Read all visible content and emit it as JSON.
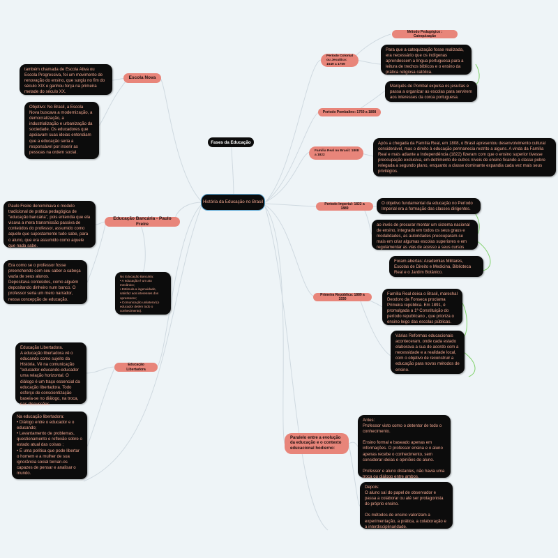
{
  "root": {
    "label": "História da Educação no Brasil"
  },
  "hub": {
    "label": "Fases da Educação"
  },
  "colors": {
    "pill": "#e8857a",
    "dark": "#0c0c0c",
    "text": "#f0a58e",
    "link": "#cfd9e0",
    "green": "#7fd16a"
  },
  "left": {
    "escola_nova": {
      "label": "Escola Nova",
      "note1": "também chamada de Escola Ativa ou Escola Progressiva, foi um movimento de renovação do ensino, que surgiu no fim do século XIX e ganhou força na primeira metade do século XX.",
      "note2": "Objetivo: No Brasil, a Escola Nova buscava a modernização, a democratização, a industrialização e urbanização da sociedade. Os educadores que apoiavam suas ideias entendiam que a educação seria a responsável por inserir as pessoas na ordem social."
    },
    "bancaria": {
      "label": "Educação Bancária - Paulo Freire",
      "note1": "Paulo Freire denominava o modelo tradicional de prática pedagógica de \"educação bancária\", pois entendia que ela visava a mera transmissão passiva de conteúdos do professor, assumido como aquele que supostamente tudo sabe, para o aluno, que era assumido como aquele que nada sabe.",
      "note2": "Era como se o professor fosse preenchendo com seu saber a cabeça vazia de seus alunos.\nDepositava conteúdos, como alguém depositando dinheiro num banco. O professor seria um mero narrador, nessa concepção de educação.",
      "note3": "No Educação Bancária:\n•      A educação é um ato mecânico;\n•      Estimula a ingenuidade, satisfaz aos interesses dos opressores;\n•      Comunicação unilateral (o educador detém todo o conhecimento)."
    },
    "libertadora": {
      "label": "Educação Libertadora",
      "note1": "Educação Libertadora.\nA educação libertadora vê o educando como sujeito da História. Vê na comunicação \"educador-educando-educador uma relação horizontal. O diálogo é um traço essencial da educação libertadora. Todo esforço de conscientização baseia-se no diálogo, na troca, nas discussões.",
      "note2": "Na educação libertadora:\n•      Diálogo entre o educador e o educando;\n•      Levantamento de problemas, questionamento e reflexão sobre o estado atual das coisas ;\n•      É uma política que pode libertar o homem e a mulher de sua ignorância social tornan-os capazes de pensar e analisar o mundo."
    }
  },
  "right": {
    "metodo": {
      "label": "Método Pedagógico : Catequização"
    },
    "colonial": {
      "label": "Período Colonial ou Jesuítico: 1549 a 1759",
      "note": "Para que a catequização fosse realizada, era necessário que os indígenas aprendessem a língua portuguesa para a leitura de trechos bíblicos e o ensino da prática religiosa católica."
    },
    "pombalino": {
      "label": "Período Pombalino: 1760 a 1808",
      "note": "Marquês de Pombal expulsa os jesuítas e passa a organizar as escolas para servirem aos interesses da coroa portuguesa."
    },
    "familia": {
      "label": "Família Real no Brasil: 1808 a 1822",
      "note": "Após a chegada da Família Real, em 1808, o Brasil apresentou desenvolvimento cultural considerável, mas o direito à educação permanecia restrito a alguns. A vinda da Família Real e mais adiante a Independência (1822) fizeram com que o ensino superior tivesse preocupação exclusiva, em detrimento de outros níveis de ensino ficando a classe pobre relegada a segundo plano, enquanto a classe dominante expandia cada vez mais seus privilégios."
    },
    "imperial": {
      "label": "Período Imperial: 1822 a 1889",
      "note1": "O objetivo fundamental da educação no Período Imperial era a formação das classes dirigentes.",
      "note2": "ao invés de procurar montar um sistema nacional de ensino, integrado em todos os seus graus e modalidades, as autoridades preocuparam-se mais em criar algumas escolas superiores e em regulamentar as vias de acesso a seus cursos",
      "note3": "Foram abertas: Academias Militares, Escolas de Direito e Medicina, Biblioteca Real e o Jardim Botânico."
    },
    "republica": {
      "label": "Primeira República: 1889 a 1930",
      "note1": "Família Real deixa o Brasil, marechal Deodoro da Fonseca proclama Primeira república. Em 1891, é promulgada a 1ª Constituição do período republicano , que prioriza o ensino leigo das escolas públicas.",
      "note2": "Várias Reformas educacionais aconteceram, onde cada estado elaborava a sua de acordo com a necessidade e a realidade local, com o objetivo de reconstruir a educação para novos métodos de ensino."
    },
    "paralelo": {
      "label": "Paralelo entre a evolução da educação e o contexto educacional hodierno:",
      "note1": "Antes:\nProfessor visto como o detentor de todo o conhecimento.\n\nEnsino formal e baseado apenas em informações. O professor ensina e o aluno apenas recebe o conhecimento, sem considerar ideias e opiniões do aluno.\n\nProfessor e aluno distantes, não havia uma troca ou diálogo entre ambos.",
      "note2": "Depois:\nO aluno saí do papel de observador e passa a colaborar ou até ser protagonista do próprio ensino.\n\nOs métodos de ensino valorizam a experimentação, a prática, a colaboração e a interdisciplinaridade."
    }
  }
}
